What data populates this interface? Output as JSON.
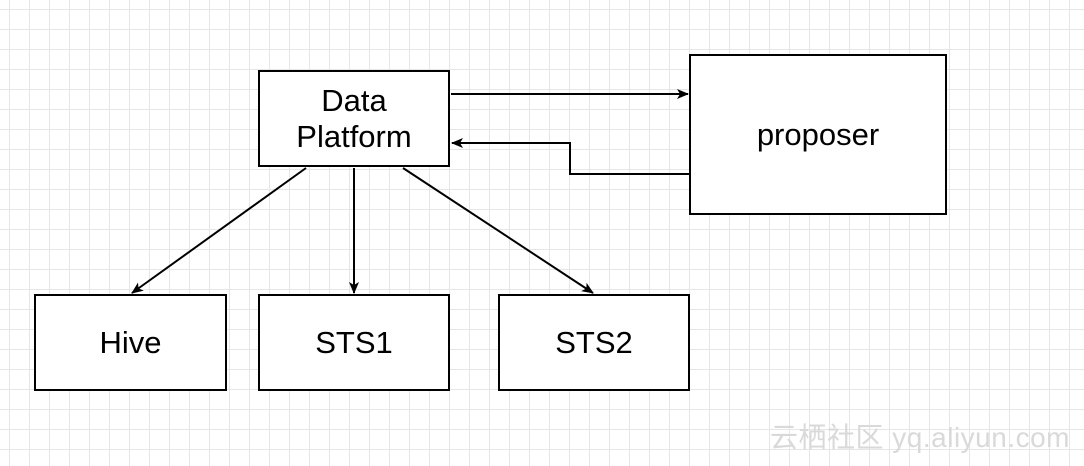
{
  "nodes": {
    "data_platform": {
      "label_line1": "Data",
      "label_line2": "Platform"
    },
    "proposer": {
      "label": "proposer"
    },
    "hive": {
      "label": "Hive"
    },
    "sts1": {
      "label": "STS1"
    },
    "sts2": {
      "label": "STS2"
    }
  },
  "edges": [
    {
      "from": "Data Platform",
      "to": "proposer"
    },
    {
      "from": "proposer",
      "to": "Data Platform"
    },
    {
      "from": "Data Platform",
      "to": "Hive"
    },
    {
      "from": "Data Platform",
      "to": "STS1"
    },
    {
      "from": "Data Platform",
      "to": "STS2"
    }
  ],
  "watermark": "云栖社区 yq.aliyun.com",
  "colors": {
    "stroke": "#000000",
    "node_fill": "#ffffff",
    "grid": "#e6e6e6",
    "watermark": "#d9d9d9"
  }
}
